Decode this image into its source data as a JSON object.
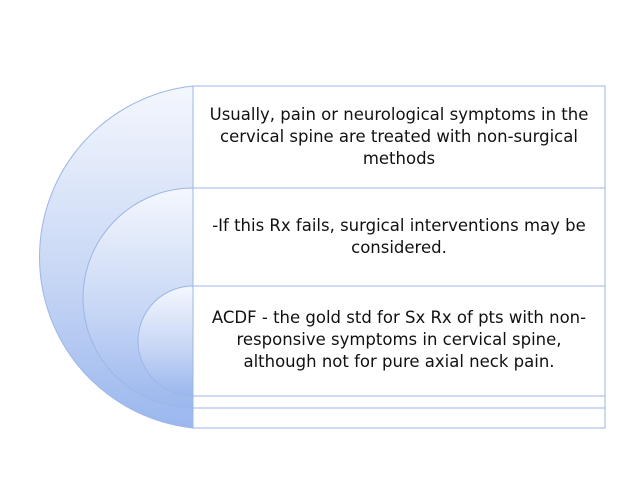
{
  "diagram": {
    "items": [
      {
        "text": "Usually, pain or neurological symptoms in the cervical spine are treated with non-surgical methods"
      },
      {
        "text": "-If this Rx fails, surgical interventions may be considered."
      },
      {
        "text": "ACDF - the gold std for Sx Rx of pts with non-responsive symptoms in cervical spine, although not for pure axial neck pain."
      }
    ],
    "colors": {
      "arc_light": "#f4f7fd",
      "arc_dark": "#9bb7ee",
      "border": "#9cb6e6",
      "text": "#111111"
    }
  }
}
